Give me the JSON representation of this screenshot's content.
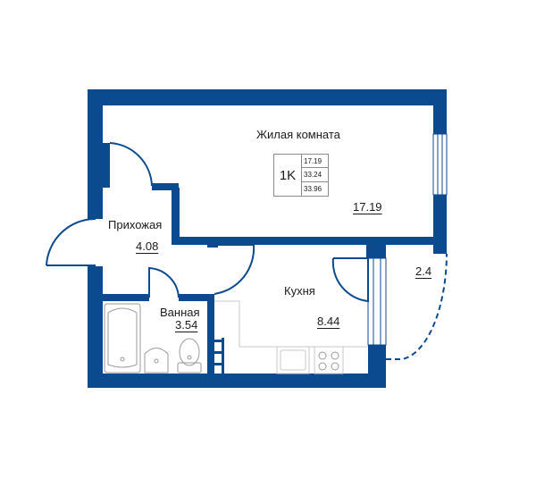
{
  "rooms": {
    "living": {
      "name": "Жилая комната",
      "area": "17.19"
    },
    "hallway": {
      "name": "Прихожая",
      "area": "4.08"
    },
    "bathroom": {
      "name": "Ванная",
      "area": "3.54"
    },
    "kitchen": {
      "name": "Кухня",
      "area": "8.44"
    },
    "balcony": {
      "area": "2.4"
    }
  },
  "badge": {
    "type": "1K",
    "living_area": "17.19",
    "total_area": "33.24",
    "total_with_balcony": "33.96"
  },
  "colors": {
    "wall": "#0b4a8f",
    "fixture_stroke": "#9a9a9a",
    "thin_line": "#c8c8c8",
    "text": "#1b1b1b"
  }
}
